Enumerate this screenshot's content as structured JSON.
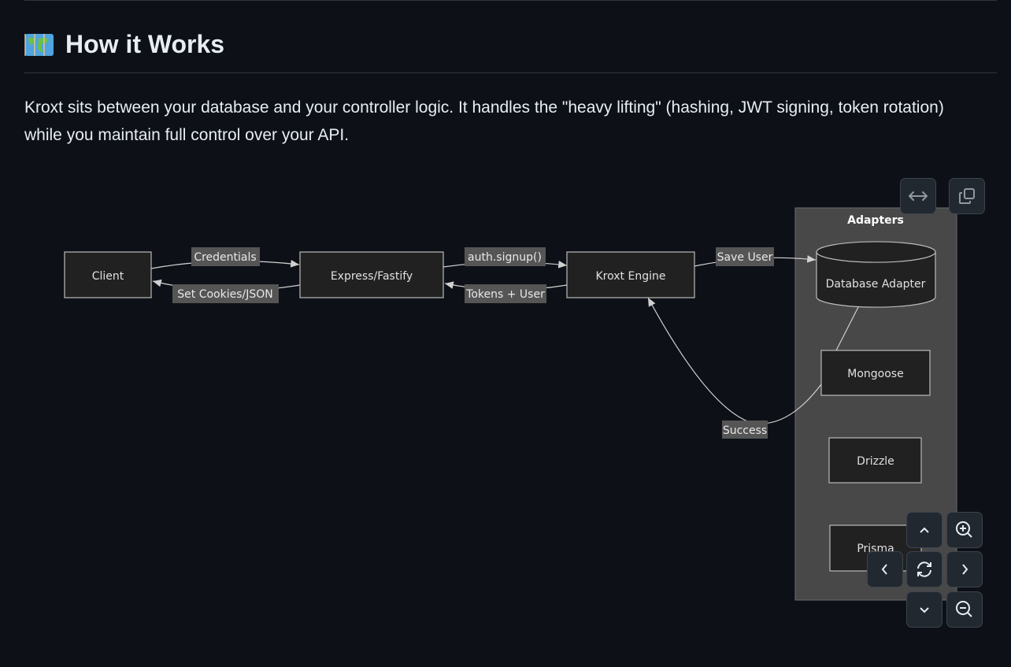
{
  "section": {
    "icon": "world-map-icon",
    "title": "How it Works",
    "description": "Kroxt sits between your database and your controller logic. It handles the \"heavy lifting\" (hashing, JWT signing, token rotation) while you maintain full control over your API."
  },
  "diagram": {
    "nodes": {
      "client": "Client",
      "express": "Express/Fastify",
      "kroxt": "Kroxt Engine",
      "db": "Database Adapter",
      "mongoose": "Mongoose",
      "drizzle": "Drizzle",
      "prisma": "Prisma"
    },
    "cluster": "Adapters",
    "edges": {
      "credentials": "Credentials",
      "set_cookies": "Set Cookies/JSON",
      "signup": "auth.signup()",
      "tokens": "Tokens + User",
      "save_user": "Save User",
      "success": "Success"
    }
  },
  "controls": {
    "fullscreen": "expand-horizontal-icon",
    "copy": "copy-icon",
    "up": "chevron-up-icon",
    "down": "chevron-down-icon",
    "left": "chevron-left-icon",
    "right": "chevron-right-icon",
    "reset": "reset-icon",
    "zoom_in": "zoom-in-icon",
    "zoom_out": "zoom-out-icon"
  }
}
